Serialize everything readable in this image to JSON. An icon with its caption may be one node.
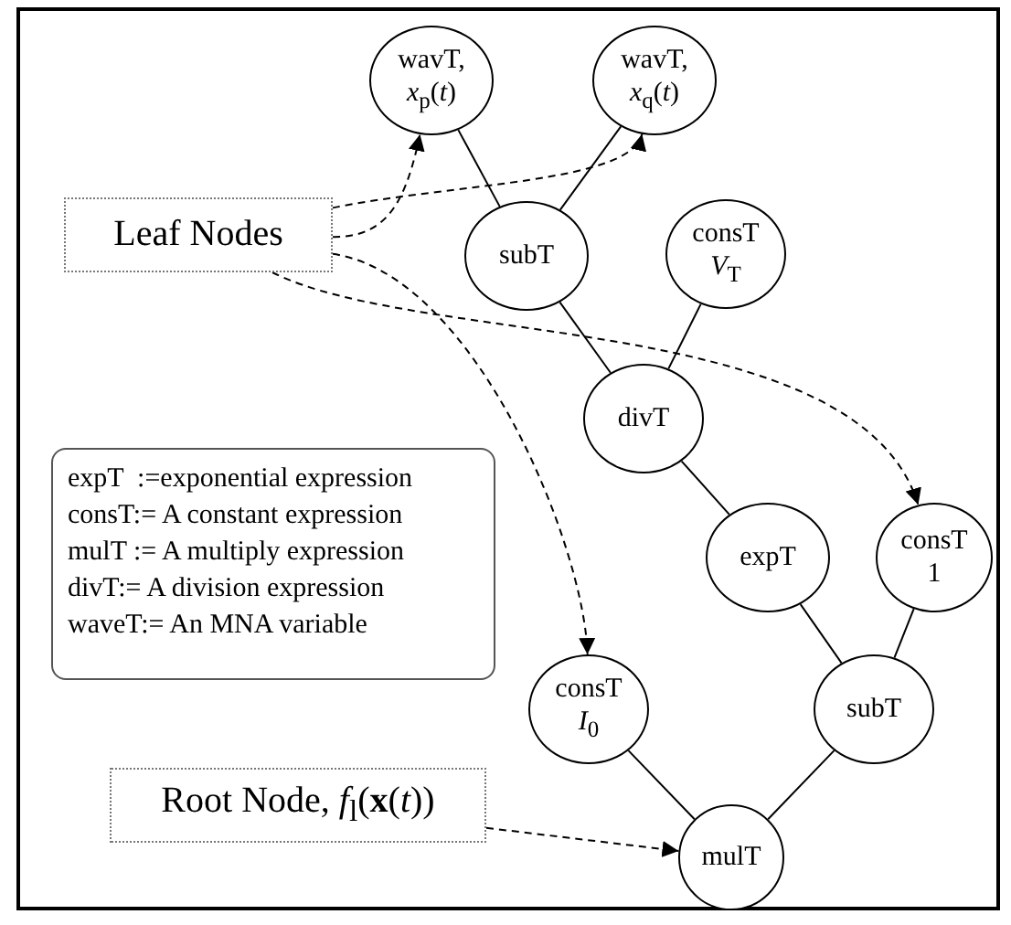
{
  "diagram": {
    "nodes": [
      {
        "text": [
          "wavT,",
          "*x*$_{p}$(*t*)"
        ]
      },
      {
        "text": [
          "wavT,",
          "*x*$_{q}$(*t*)"
        ]
      },
      {
        "text": [
          "Leaf Nodes"
        ]
      },
      {
        "text": [
          "subT"
        ]
      },
      {
        "text": [
          "consT",
          "*V*$_{T}$"
        ]
      },
      {
        "text": [
          "divT"
        ]
      },
      {
        "text": [
          "expT  :=exponential expression",
          "consT:= A constant expression",
          "mulT := A multiply expression",
          "divT:= A division expression",
          "waveT:= An MNA variable"
        ]
      },
      {
        "text": [
          "expT"
        ]
      },
      {
        "text": [
          "consT",
          "1"
        ]
      },
      {
        "text": [
          "consT",
          "*I*$_{0}$"
        ]
      },
      {
        "text": [
          "subT"
        ]
      },
      {
        "text": [
          "Root Node, *f*$_{l}$(**x**(*t*))"
        ]
      },
      {
        "text": [
          "mulT"
        ]
      }
    ],
    "edges": [
      {
        "from": 0,
        "to": 3,
        "arrow": "none"
      },
      {
        "from": 1,
        "to": 3,
        "arrow": "none"
      },
      {
        "from": 3,
        "to": 5,
        "arrow": "none"
      },
      {
        "from": 4,
        "to": 5,
        "arrow": "none"
      },
      {
        "from": 5,
        "to": 7,
        "arrow": "none"
      },
      {
        "from": 7,
        "to": 10,
        "arrow": "none"
      },
      {
        "from": 8,
        "to": 10,
        "arrow": "none"
      },
      {
        "from": 9,
        "to": 12,
        "arrow": "none"
      },
      {
        "from": 10,
        "to": 12,
        "arrow": "none"
      },
      {
        "from": 2,
        "to": 0,
        "arrow": "to",
        "style": "dashed"
      },
      {
        "from": 2,
        "to": 1,
        "arrow": "to",
        "style": "dashed"
      },
      {
        "from": 2,
        "to": 8,
        "arrow": "to",
        "style": "dashed"
      },
      {
        "from": 2,
        "to": 9,
        "arrow": "to",
        "style": "dashed"
      },
      {
        "from": 11,
        "to": 12,
        "arrow": "to",
        "style": "dashed"
      }
    ]
  }
}
